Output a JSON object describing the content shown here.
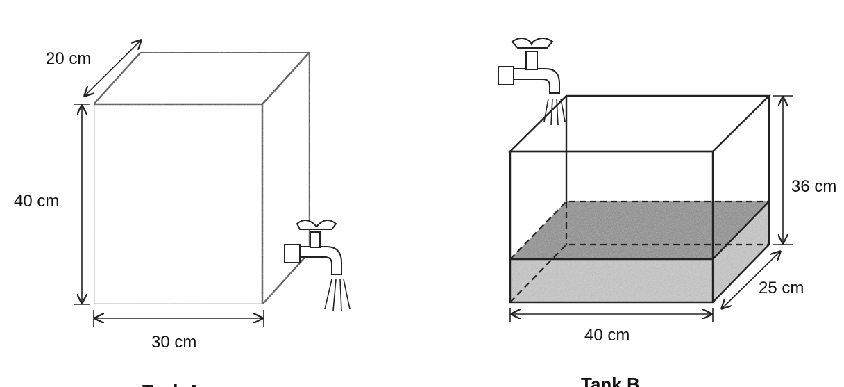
{
  "tank_a": {
    "width_label": "30 cm",
    "depth_label": "20 cm",
    "height_label": "40 cm",
    "caption": "Tank A"
  },
  "tank_b": {
    "width_label": "40 cm",
    "depth_label": "25 cm",
    "height_label": "36 cm",
    "caption": "Tank B"
  },
  "colors": {
    "water_dark": "#8e8e8e",
    "water_light": "#c9c9c9",
    "line": "#222222"
  }
}
